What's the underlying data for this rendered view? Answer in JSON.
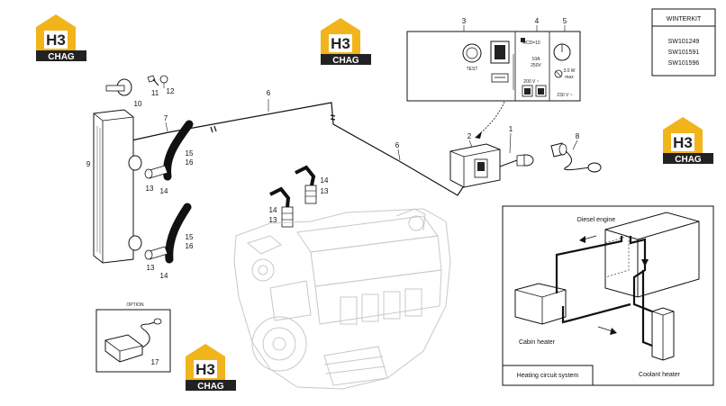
{
  "winterkit": {
    "title": "WINTERKIT",
    "codes": [
      "SW101249",
      "SW101591",
      "SW101596"
    ]
  },
  "panel": {
    "labels": {
      "p3": "3",
      "p4": "4",
      "p5": "5"
    },
    "test": "TEST",
    "rcd": "RCD=10",
    "amp": "10A",
    "volt_small": "250V",
    "v200": "200 V ~",
    "v230": "230 V ~",
    "watt": "3.0 W",
    "max": "max"
  },
  "callouts": {
    "c1": "1",
    "c2": "2",
    "c6a": "6",
    "c6b": "6",
    "c7": "7",
    "c8": "8",
    "c9": "9",
    "c10": "10",
    "c11": "11",
    "c12": "12",
    "c13a": "13",
    "c14a": "14",
    "c15a": "15",
    "c16a": "16",
    "c13b": "13",
    "c14b": "14",
    "c15b": "15",
    "c16b": "16",
    "c14c": "14",
    "c13c": "13",
    "c14d": "14",
    "c13d": "13",
    "c17": "17"
  },
  "option": {
    "label": "OPTION"
  },
  "heating": {
    "diesel": "Diesel engine",
    "cabin": "Cabin heater",
    "coolant": "Coolant heater",
    "system": "Heating circuit system"
  },
  "logo": {
    "top": "H3",
    "bottom": "CHAG"
  },
  "colors": {
    "logo_yellow": "#f2b41b",
    "logo_dark": "#222222",
    "line": "#111111",
    "engine": "#c8c8c8"
  }
}
